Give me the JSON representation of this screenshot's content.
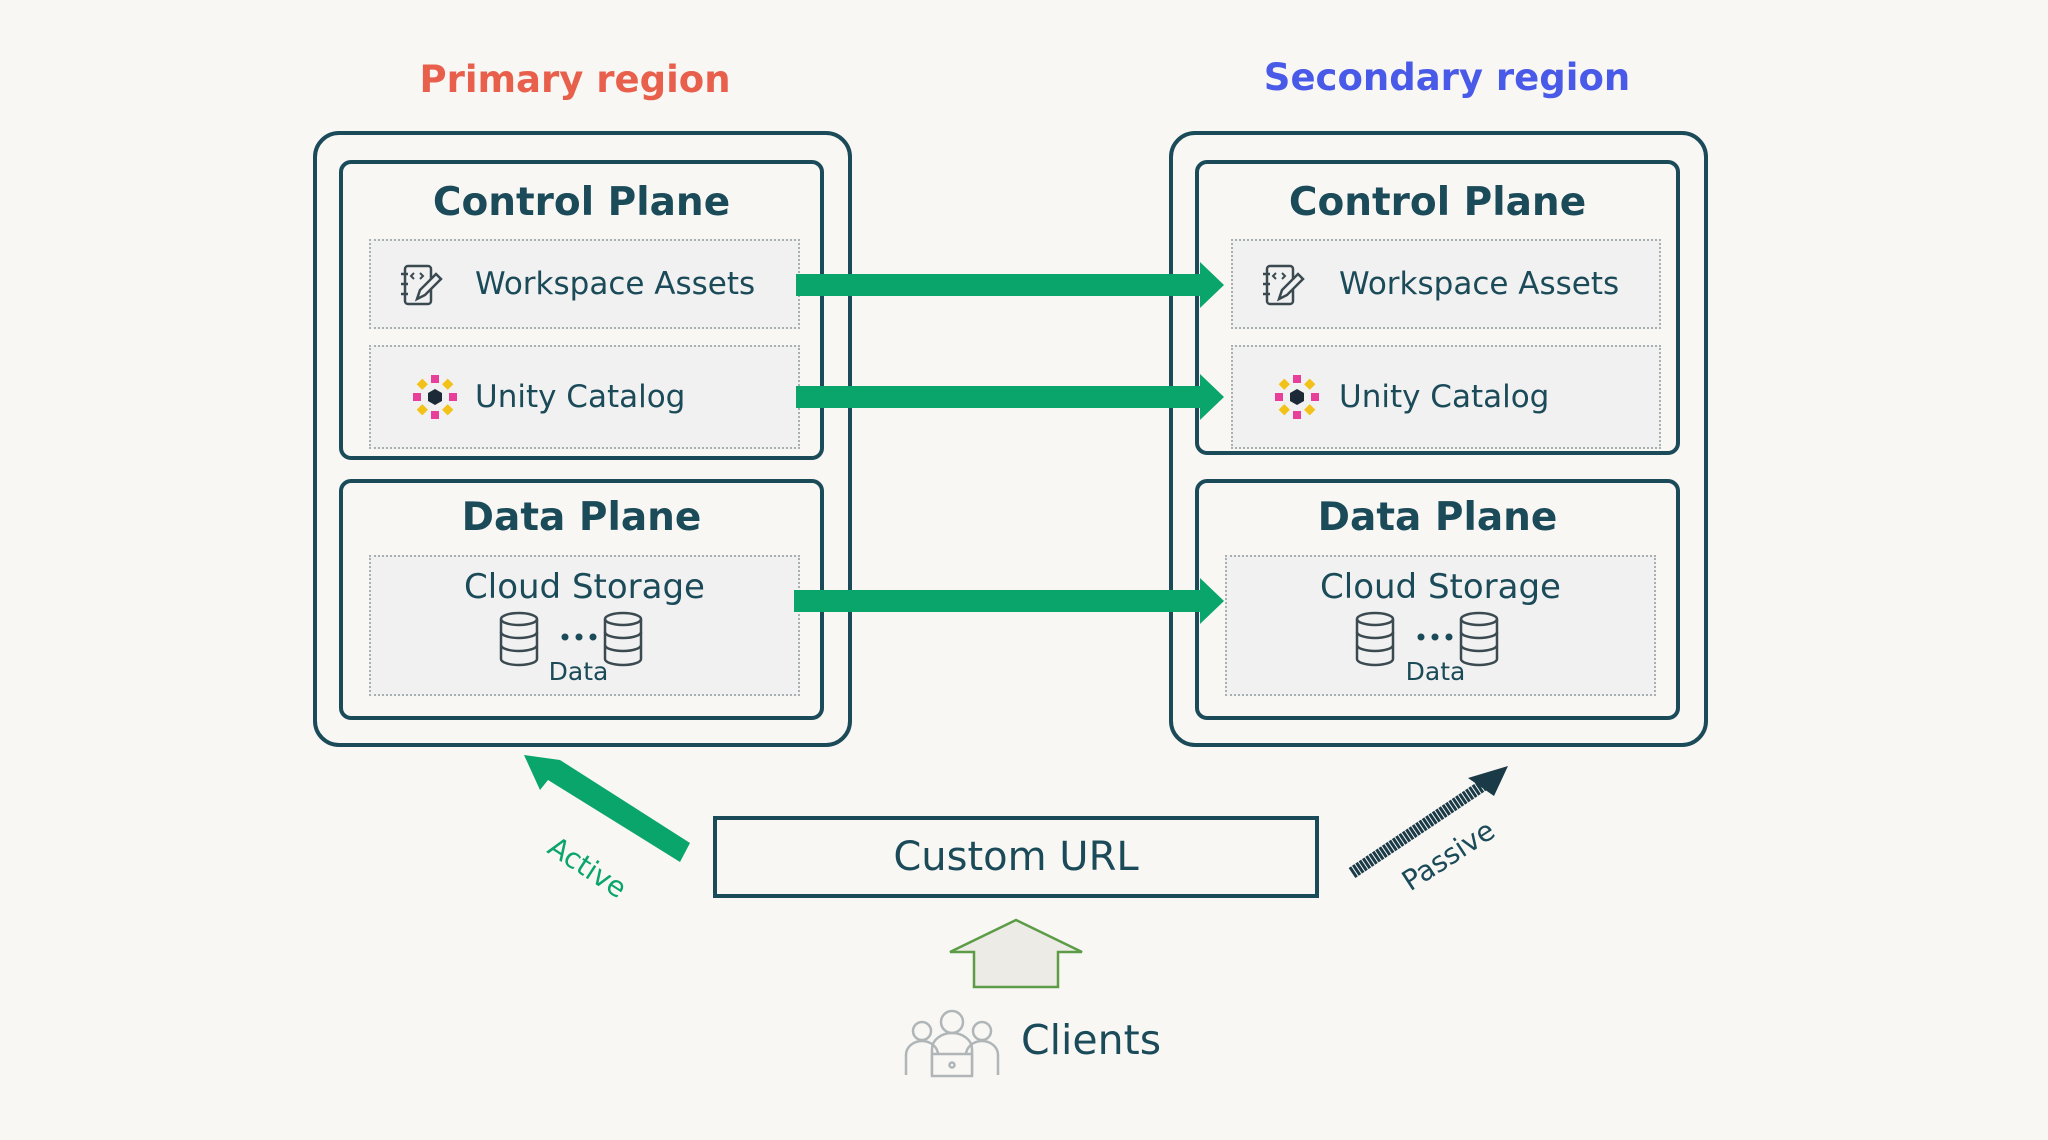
{
  "regions": {
    "primary": {
      "title": "Primary region",
      "title_color": "#e8604c",
      "control_plane": {
        "title": "Control Plane",
        "workspace_assets": "Workspace Assets",
        "unity_catalog": "Unity Catalog"
      },
      "data_plane": {
        "title": "Data Plane",
        "storage": "Cloud Storage",
        "data_label": "Data"
      }
    },
    "secondary": {
      "title": "Secondary region",
      "title_color": "#4a5ae8",
      "control_plane": {
        "title": "Control Plane",
        "workspace_assets": "Workspace Assets",
        "unity_catalog": "Unity Catalog"
      },
      "data_plane": {
        "title": "Data Plane",
        "storage": "Cloud Storage",
        "data_label": "Data"
      }
    }
  },
  "routing": {
    "custom_url": "Custom URL",
    "active_label": "Active",
    "passive_label": "Passive",
    "clients_label": "Clients"
  },
  "colors": {
    "outline": "#1b4a59",
    "replication_arrow": "#0aa56a",
    "passive_arrow": "#1b3a47",
    "clients_arrow": "#5c9c47",
    "icon_pink": "#e8409a",
    "icon_yellow": "#f2c21b"
  },
  "icons": [
    "notebook-icon",
    "unity-catalog-icon",
    "database-icon",
    "ellipsis-icon",
    "clients-icon",
    "up-arrow-icon"
  ]
}
